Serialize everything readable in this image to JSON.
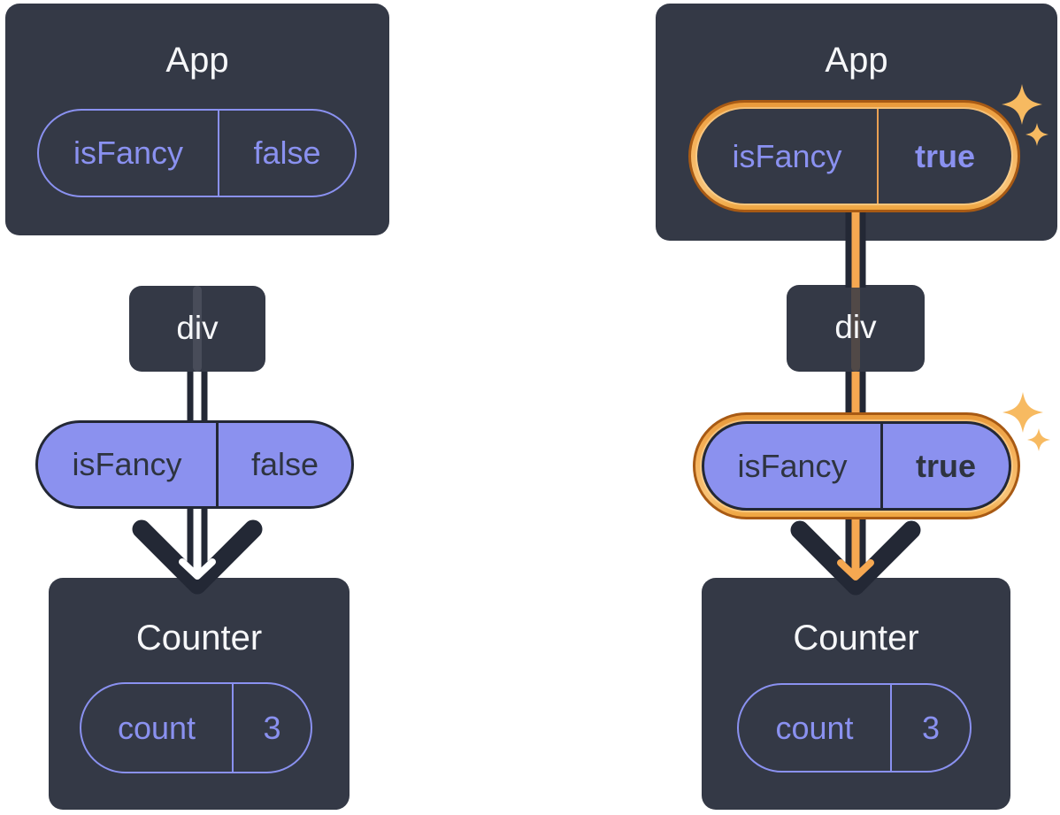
{
  "colors": {
    "background": "#FFFFFF",
    "box_fill": "#343946",
    "title_text": "#F6F7F9",
    "purple_stroke": "#8A91F0",
    "purple_pill_fill": "#8B91EF",
    "dark_ink": "#232835",
    "arrow_inner_before": "#FFFFFF",
    "arrow_inner_after": "#F6A851",
    "highlight_ring_orange": "#F2A64C",
    "highlight_ring_edge": "#A85A14",
    "sparkle": "#F7BA61"
  },
  "icons": {
    "sparkle_icon": "✦"
  },
  "before": {
    "app": {
      "title": "App",
      "state": {
        "key": "isFancy",
        "value": "false"
      }
    },
    "div": {
      "label": "div"
    },
    "prop": {
      "key": "isFancy",
      "value": "false"
    },
    "counter": {
      "title": "Counter",
      "state": {
        "key": "count",
        "value": "3"
      }
    }
  },
  "after": {
    "app": {
      "title": "App",
      "state": {
        "key": "isFancy",
        "value": "true"
      }
    },
    "div": {
      "label": "div"
    },
    "prop": {
      "key": "isFancy",
      "value": "true"
    },
    "counter": {
      "title": "Counter",
      "state": {
        "key": "count",
        "value": "3"
      }
    }
  }
}
